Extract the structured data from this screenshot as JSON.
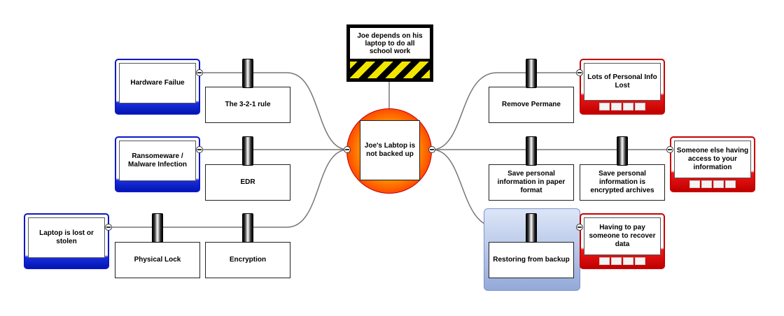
{
  "central": {
    "label": "Joe's Labtop is not backed up"
  },
  "impact": {
    "label": "Joe depends on his laptop to do all school work"
  },
  "threats": [
    {
      "label": "Hardware Failue"
    },
    {
      "label": "Ransomeware / Malware Infection"
    },
    {
      "label": "Laptop is lost or stolen"
    }
  ],
  "preventive_controls": [
    {
      "label": "The 3-2-1 rule"
    },
    {
      "label": "EDR"
    },
    {
      "label": "Physical Lock"
    },
    {
      "label": "Encryption"
    }
  ],
  "mitigating_controls": [
    {
      "label": "Remove Permane"
    },
    {
      "label": "Save personal information in paper format"
    },
    {
      "label": "Save personal information is encrypted archives"
    },
    {
      "label": "Restoring from backup"
    }
  ],
  "consequences": [
    {
      "label": "Lots of Personal Info Lost"
    },
    {
      "label": "Someone else having access to your information"
    },
    {
      "label": "Having to pay someone to recover data"
    }
  ],
  "colors": {
    "threat": "#0b18c8",
    "consequence": "#c80000",
    "highlight": "#b9c8ea",
    "central": "#ff2a00"
  }
}
